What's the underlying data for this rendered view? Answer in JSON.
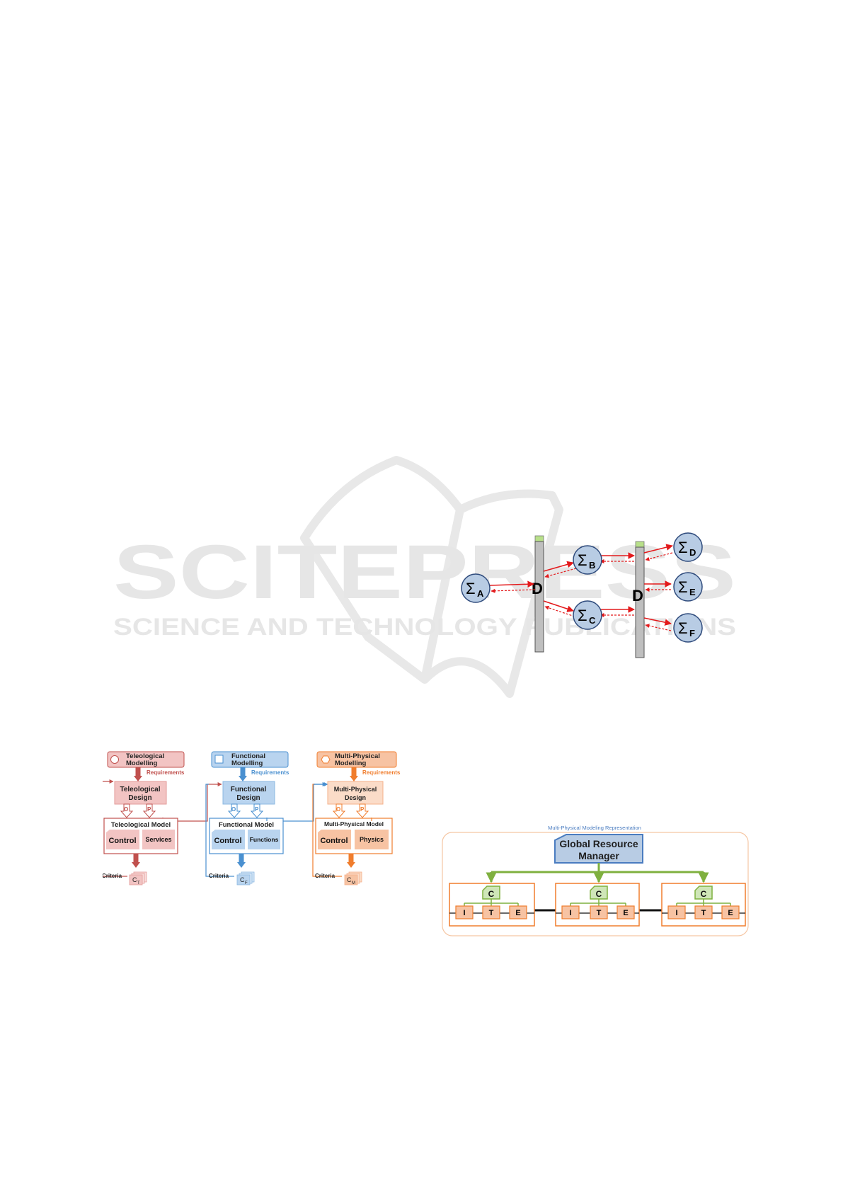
{
  "watermark": {
    "name": "SCITEPRESS",
    "subtitle": "SCIENCE AND TECHNOLOGY PUBLICATIONS"
  },
  "sigma_figure": {
    "nodes": [
      {
        "id": "A",
        "label": "Σ",
        "sub": "A"
      },
      {
        "id": "B",
        "label": "Σ",
        "sub": "B"
      },
      {
        "id": "C",
        "label": "Σ",
        "sub": "C"
      },
      {
        "id": "D",
        "label": "Σ",
        "sub": "D"
      },
      {
        "id": "E",
        "label": "Σ",
        "sub": "E"
      },
      {
        "id": "F",
        "label": "Σ",
        "sub": "F"
      }
    ],
    "bars": [
      {
        "label": "D"
      },
      {
        "label": "D"
      }
    ],
    "colors": {
      "node_fill": "#b8cce4",
      "node_stroke": "#2f4b7c",
      "arrow": "#e31a1c",
      "bar": "#bfbfbf",
      "bar_cap": "#b8e08a"
    }
  },
  "modelling_figure": {
    "columns": [
      {
        "header": "Teleological Modelling",
        "requirements": "Requirements",
        "design": "Teleological Design",
        "o": "O",
        "p": "P",
        "model": "Teleological Model",
        "left_box": "Control",
        "right_box": "Services",
        "criteria": "Criteria",
        "c_main": "C",
        "c_sub": "T",
        "color": "#c0504d",
        "light": "#f2c4c3",
        "pale": "#f8dcdb"
      },
      {
        "header": "Functional Modelling",
        "requirements": "Requirements",
        "design": "Functional Design",
        "o": "O",
        "p": "P",
        "model": "Functional Model",
        "left_box": "Control",
        "right_box": "Functions",
        "criteria": "Criteria",
        "c_main": "C",
        "c_sub": "F",
        "color": "#4a90d0",
        "light": "#b9d4ef",
        "pale": "#d9e8f7"
      },
      {
        "header": "Multi-Physical Modelling",
        "requirements": "Requirements",
        "design": "Multi-Physical Design",
        "o": "O",
        "p": "P",
        "model": "Multi-Physical Model",
        "left_box": "Control",
        "right_box": "Physics",
        "criteria": "Criteria",
        "c_main": "C",
        "c_sub": "M",
        "color": "#f07d2d",
        "light": "#f7c3a3",
        "pale": "#fbdcc8"
      }
    ]
  },
  "resource_figure": {
    "title": "Multi-Physical Modeling Representation",
    "manager_line1": "Global Resource",
    "manager_line2": "Manager",
    "units": [
      {
        "c": "C",
        "items": [
          "I",
          "T",
          "E"
        ]
      },
      {
        "c": "C",
        "items": [
          "I",
          "T",
          "E"
        ]
      },
      {
        "c": "C",
        "items": [
          "I",
          "T",
          "E"
        ]
      }
    ],
    "colors": {
      "orange": "#f07d2d",
      "green": "#7fb03f",
      "blue": "#4a7cc0",
      "unit_fill": "#f7c3a3",
      "c_fill": "#cfe6b8"
    }
  }
}
